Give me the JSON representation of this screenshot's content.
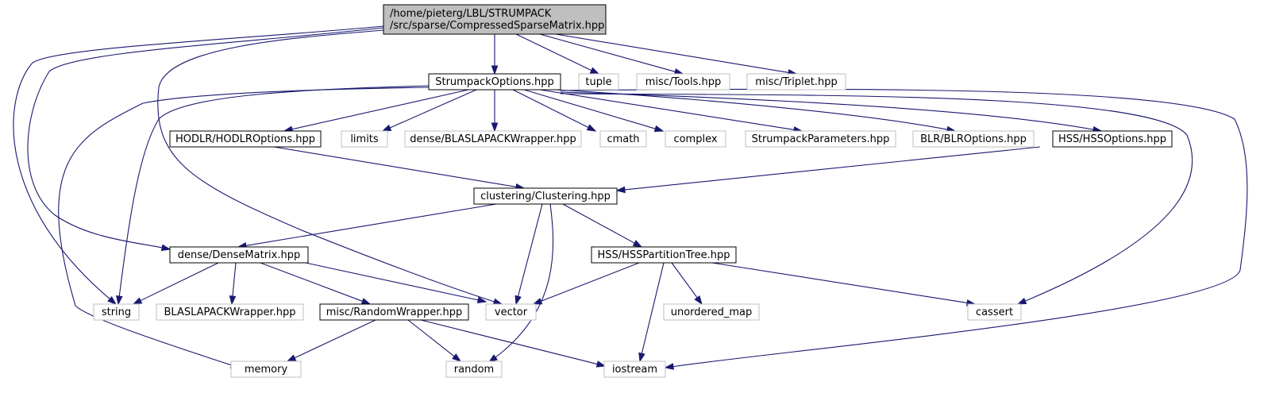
{
  "graph": {
    "nodes": [
      {
        "id": "root",
        "kind": "root",
        "lines": [
          "/home/pieterg/LBL/STRUMPACK",
          "/src/sparse/CompressedSparseMatrix.hpp"
        ]
      },
      {
        "id": "opts",
        "kind": "doc",
        "lines": [
          "StrumpackOptions.hpp"
        ]
      },
      {
        "id": "tuple",
        "kind": "ext",
        "lines": [
          "tuple"
        ]
      },
      {
        "id": "tools",
        "kind": "ext",
        "lines": [
          "misc/Tools.hpp"
        ]
      },
      {
        "id": "triplet",
        "kind": "ext",
        "lines": [
          "misc/Triplet.hpp"
        ]
      },
      {
        "id": "hodlr",
        "kind": "doc",
        "lines": [
          "HODLR/HODLROptions.hpp"
        ]
      },
      {
        "id": "limits",
        "kind": "ext",
        "lines": [
          "limits"
        ]
      },
      {
        "id": "blaswrap",
        "kind": "ext",
        "lines": [
          "dense/BLASLAPACKWrapper.hpp"
        ]
      },
      {
        "id": "cmath",
        "kind": "ext",
        "lines": [
          "cmath"
        ]
      },
      {
        "id": "complex",
        "kind": "ext",
        "lines": [
          "complex"
        ]
      },
      {
        "id": "params",
        "kind": "ext",
        "lines": [
          "StrumpackParameters.hpp"
        ]
      },
      {
        "id": "blr",
        "kind": "ext",
        "lines": [
          "BLR/BLROptions.hpp"
        ]
      },
      {
        "id": "hss",
        "kind": "doc",
        "lines": [
          "HSS/HSSOptions.hpp"
        ]
      },
      {
        "id": "clust",
        "kind": "doc",
        "lines": [
          "clustering/Clustering.hpp"
        ]
      },
      {
        "id": "dense",
        "kind": "doc",
        "lines": [
          "dense/DenseMatrix.hpp"
        ]
      },
      {
        "id": "hsspt",
        "kind": "doc",
        "lines": [
          "HSS/HSSPartitionTree.hpp"
        ]
      },
      {
        "id": "string",
        "kind": "ext",
        "lines": [
          "string"
        ]
      },
      {
        "id": "blaswrap2",
        "kind": "ext",
        "lines": [
          "BLASLAPACKWrapper.hpp"
        ]
      },
      {
        "id": "randw",
        "kind": "doc",
        "lines": [
          "misc/RandomWrapper.hpp"
        ]
      },
      {
        "id": "vector",
        "kind": "ext",
        "lines": [
          "vector"
        ]
      },
      {
        "id": "umap",
        "kind": "ext",
        "lines": [
          "unordered_map"
        ]
      },
      {
        "id": "cassert",
        "kind": "ext",
        "lines": [
          "cassert"
        ]
      },
      {
        "id": "memory",
        "kind": "ext",
        "lines": [
          "memory"
        ]
      },
      {
        "id": "random",
        "kind": "ext",
        "lines": [
          "random"
        ]
      },
      {
        "id": "iostream",
        "kind": "ext",
        "lines": [
          "iostream"
        ]
      }
    ],
    "edges": [
      {
        "from": "root",
        "to": "opts"
      },
      {
        "from": "root",
        "to": "tuple"
      },
      {
        "from": "root",
        "to": "tools"
      },
      {
        "from": "root",
        "to": "triplet"
      },
      {
        "from": "root",
        "to": "string"
      },
      {
        "from": "root",
        "to": "dense"
      },
      {
        "from": "root",
        "to": "vector"
      },
      {
        "from": "opts",
        "to": "hodlr"
      },
      {
        "from": "opts",
        "to": "limits"
      },
      {
        "from": "opts",
        "to": "blaswrap"
      },
      {
        "from": "opts",
        "to": "cmath"
      },
      {
        "from": "opts",
        "to": "complex"
      },
      {
        "from": "opts",
        "to": "params"
      },
      {
        "from": "opts",
        "to": "blr"
      },
      {
        "from": "opts",
        "to": "hss"
      },
      {
        "from": "opts",
        "to": "string"
      },
      {
        "from": "opts",
        "to": "memory"
      },
      {
        "from": "opts",
        "to": "cassert"
      },
      {
        "from": "opts",
        "to": "iostream"
      },
      {
        "from": "hodlr",
        "to": "clust"
      },
      {
        "from": "hss",
        "to": "clust"
      },
      {
        "from": "clust",
        "to": "dense"
      },
      {
        "from": "clust",
        "to": "vector"
      },
      {
        "from": "clust",
        "to": "random"
      },
      {
        "from": "clust",
        "to": "hsspt"
      },
      {
        "from": "dense",
        "to": "string"
      },
      {
        "from": "dense",
        "to": "blaswrap2"
      },
      {
        "from": "dense",
        "to": "randw"
      },
      {
        "from": "dense",
        "to": "vector"
      },
      {
        "from": "hsspt",
        "to": "vector"
      },
      {
        "from": "hsspt",
        "to": "umap"
      },
      {
        "from": "hsspt",
        "to": "cassert"
      },
      {
        "from": "hsspt",
        "to": "iostream"
      },
      {
        "from": "randw",
        "to": "memory"
      },
      {
        "from": "randw",
        "to": "random"
      },
      {
        "from": "randw",
        "to": "iostream"
      }
    ]
  }
}
